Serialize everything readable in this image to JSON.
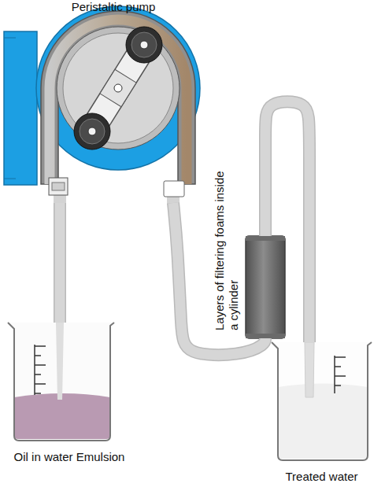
{
  "diagram": {
    "nodes": [
      {
        "text": [
          "Peristaltic pump"
        ]
      },
      {
        "text": [
          "Layers of filtering foams inside a cylinder"
        ]
      },
      {
        "text": [
          "Oil in water Emulsion"
        ]
      },
      {
        "text": [
          "Treated water"
        ]
      }
    ],
    "edges": [
      {
        "from": 2,
        "to": 0,
        "arrow": "none"
      },
      {
        "from": 0,
        "to": 1,
        "arrow": "none"
      },
      {
        "from": 1,
        "to": 3,
        "arrow": "none"
      }
    ]
  }
}
